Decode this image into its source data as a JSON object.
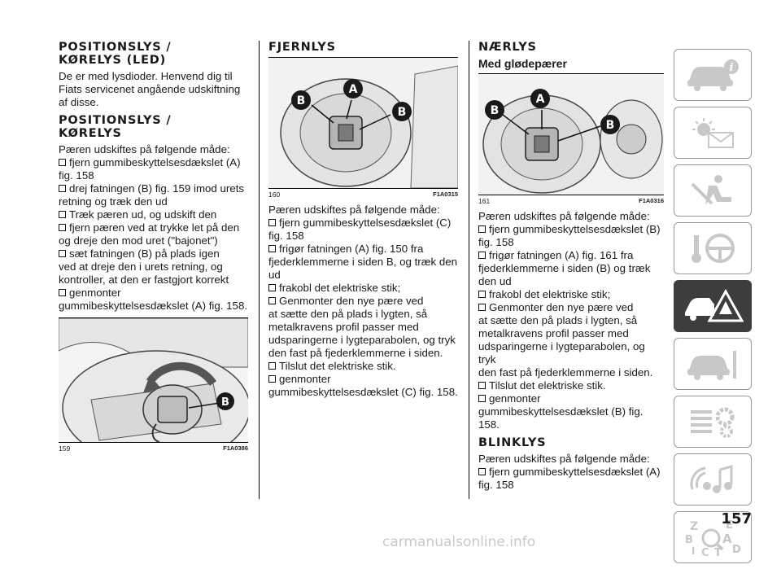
{
  "col1": {
    "h1a": "POSITIONSLYS /",
    "h1b": "KØRELYS (LED)",
    "intro": [
      "De er med lysdioder. Henvend dig til",
      "Fiats servicenet angående udskiftning",
      "af disse."
    ],
    "h2a": "POSITIONSLYS /",
    "h2b": "KØRELYS",
    "lead": "Pæren udskiftes på følgende måde:",
    "steps": [
      [
        "fjern gummibeskyttelsesdækslet (A)",
        "fig. 158"
      ],
      [
        "drej fatningen (B) fig. 159 imod urets",
        "retning og træk den ud"
      ],
      [
        "Træk pæren ud, og udskift den"
      ],
      [
        "fjern pæren ved at trykke let på den",
        "og dreje den mod uret (\"bajonet\")"
      ],
      [
        "sæt fatningen (B) på plads igen",
        "ved at dreje den i urets retning, og",
        "kontroller, at den er fastgjort korrekt"
      ],
      [
        "genmonter",
        "gummibeskyttelsesdækslet (A) fig. 158."
      ]
    ],
    "figure": {
      "number": "159",
      "code": "F1A0386",
      "labels": [
        "B"
      ]
    }
  },
  "col2": {
    "heading": "FJERNLYS",
    "figure": {
      "number": "160",
      "code": "F1A0315",
      "labels": [
        "A",
        "B",
        "B"
      ]
    },
    "lead": "Pæren udskiftes på følgende måde:",
    "steps": [
      [
        "fjern gummibeskyttelsesdækslet (C)",
        "fig. 158"
      ],
      [
        "frigør fatningen (A) fig. 150 fra",
        "fjederklemmerne i siden B, og træk den",
        "ud"
      ],
      [
        "frakobl det elektriske stik;"
      ],
      [
        "Genmonter den nye pære ved",
        "at sætte den på plads i lygten, så",
        "metalkravens profil passer med",
        "udsparingerne i lygteparabolen, og tryk",
        "den fast på fjederklemmerne i siden."
      ],
      [
        "Tilslut det elektriske stik."
      ],
      [
        "genmonter",
        "gummibeskyttelsesdækslet (C) fig. 158."
      ]
    ]
  },
  "col3": {
    "heading": "NÆRLYS",
    "subheading": "Med glødepærer",
    "figure": {
      "number": "161",
      "code": "F1A0316",
      "labels": [
        "A",
        "B",
        "B"
      ]
    },
    "lead": "Pæren udskiftes på følgende måde:",
    "steps": [
      [
        "fjern gummibeskyttelsesdækslet (B)",
        "fig. 158"
      ],
      [
        "frigør fatningen (A) fig. 161 fra",
        "fjederklemmerne i siden (B) og træk",
        "den ud"
      ],
      [
        "frakobl det elektriske stik;"
      ],
      [
        "Genmonter den nye pære ved",
        "at sætte den på plads i lygten, så",
        "metalkravens profil passer med",
        "udsparingerne i lygteparabolen, og tryk",
        "den fast på fjederklemmerne i siden."
      ],
      [
        "Tilslut det elektriske stik."
      ],
      [
        "genmonter",
        "gummibeskyttelsesdækslet (B) fig. 158."
      ]
    ],
    "heading2": "BLINKLYS",
    "lead2": "Pæren udskiftes på følgende måde:",
    "steps2": [
      [
        "fjern gummibeskyttelsesdækslet (A)",
        "fig. 158"
      ]
    ]
  },
  "sidebar": {
    "tabs": [
      {
        "icon": "car-info-icon",
        "active": false
      },
      {
        "icon": "warning-lights-message-icon",
        "active": false
      },
      {
        "icon": "airbag-seat-icon",
        "active": false
      },
      {
        "icon": "key-steering-wheel-icon",
        "active": false
      },
      {
        "icon": "breakdown-warning-triangle-icon",
        "active": true
      },
      {
        "icon": "car-service-icon",
        "active": false
      },
      {
        "icon": "specifications-gear-icon",
        "active": false
      },
      {
        "icon": "multimedia-icon",
        "active": false
      },
      {
        "icon": "alphabetical-index-icon",
        "active": false
      }
    ],
    "index_letters": [
      "Z",
      "E",
      "B",
      "A",
      "I",
      "C",
      "T",
      "D"
    ]
  },
  "page_number": "157",
  "watermark": "carmanualsonline.info"
}
